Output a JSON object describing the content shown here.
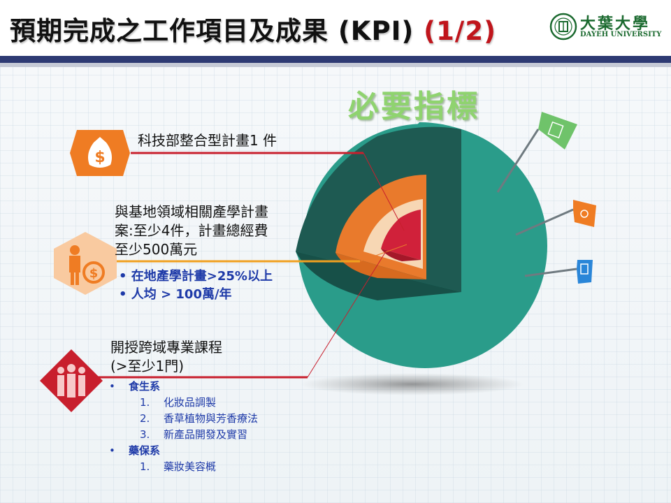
{
  "header": {
    "title": "預期完成之工作項目及成果 (KPI)",
    "page_indicator": "(1/2)",
    "logo_cn": "大葉大學",
    "logo_en": "DAYEH UNIVERSITY"
  },
  "subtitle": "必要指標",
  "items": [
    {
      "text": "科技部整合型計畫1 件",
      "icon": "money-bag-icon"
    },
    {
      "text_lines": [
        "與基地領域相關產學計畫",
        "案:至少4件，計畫總經費",
        "至少500萬元"
      ],
      "icon": "businessman-coin-icon",
      "sub_bullets": [
        "在地產學計畫>25%以上",
        "人均 > 100萬/年"
      ]
    },
    {
      "text_lines": [
        "開授跨域專業課程",
        "(>至少1門)"
      ],
      "icon": "people-group-icon"
    }
  ],
  "courses": [
    {
      "department": "食生系",
      "subjects": [
        "化妝品調製",
        "香草植物與芳香療法",
        "新產品開發及實習"
      ]
    },
    {
      "department": "藥保系",
      "subjects": [
        "藥妝美容概"
      ]
    }
  ],
  "bullet_char": "•",
  "numbers": [
    "1.",
    "2.",
    "3."
  ],
  "flags": [
    "document-flag-icon",
    "chart-flag-icon",
    "clipboard-flag-icon"
  ],
  "colors": {
    "title_accent": "#c0151c",
    "subtitle": "#8fd36f",
    "sphere_outer": "#2a9c8a",
    "sphere_dark": "#1e5a52",
    "layer_orange": "#e97a2c",
    "layer_cream": "#f7d7b4",
    "layer_red": "#d0213a",
    "icon_orange": "#ef7c23",
    "icon_peach": "#f9caa0",
    "icon_red": "#c81f2d",
    "blue_text": "#1e3aa8"
  }
}
